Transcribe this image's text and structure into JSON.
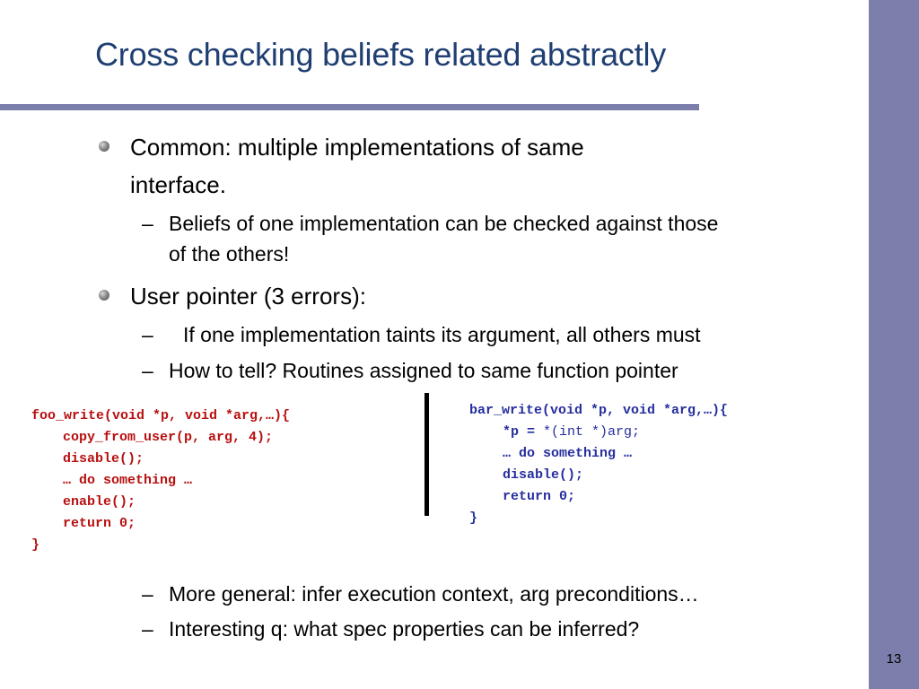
{
  "slide": {
    "title": "Cross checking beliefs related abstractly",
    "page_number": "13",
    "colors": {
      "title": "#1f3f72",
      "band": "#7c7fab",
      "code_left": "#b80f0f",
      "code_right": "#262e9e"
    }
  },
  "bullets": [
    {
      "line1": "Common: multiple implementations of same",
      "line2": "interface.",
      "subs": [
        {
          "dash": "–",
          "line1": "Beliefs of one implementation can be checked against those",
          "line2": "of the others!"
        }
      ]
    },
    {
      "line1": "User pointer (3 errors):",
      "subs": [
        {
          "dash": "–",
          "line1": "If one implementation taints its argument, all others must"
        },
        {
          "dash": "–",
          "line1": "How to tell? Routines assigned to same function pointer"
        }
      ]
    }
  ],
  "code_left": {
    "lines": [
      "foo_write(void *p, void *arg,…){",
      "copy_from_user(p, ",
      "arg",
      ", 4);",
      "disable();",
      "… do something …",
      "enable();",
      "return 0;",
      "}"
    ]
  },
  "code_right": {
    "lines": [
      "bar_write(void *p, void *arg,…){",
      "*p = ",
      "*(int *)arg;",
      "… do something …",
      "disable();",
      "return 0;",
      "}"
    ]
  },
  "bottom_subs": [
    {
      "dash": "–",
      "text": "More general: infer execution context, arg preconditions…"
    },
    {
      "dash": "–",
      "text": "Interesting q: what spec properties can be inferred?"
    }
  ]
}
